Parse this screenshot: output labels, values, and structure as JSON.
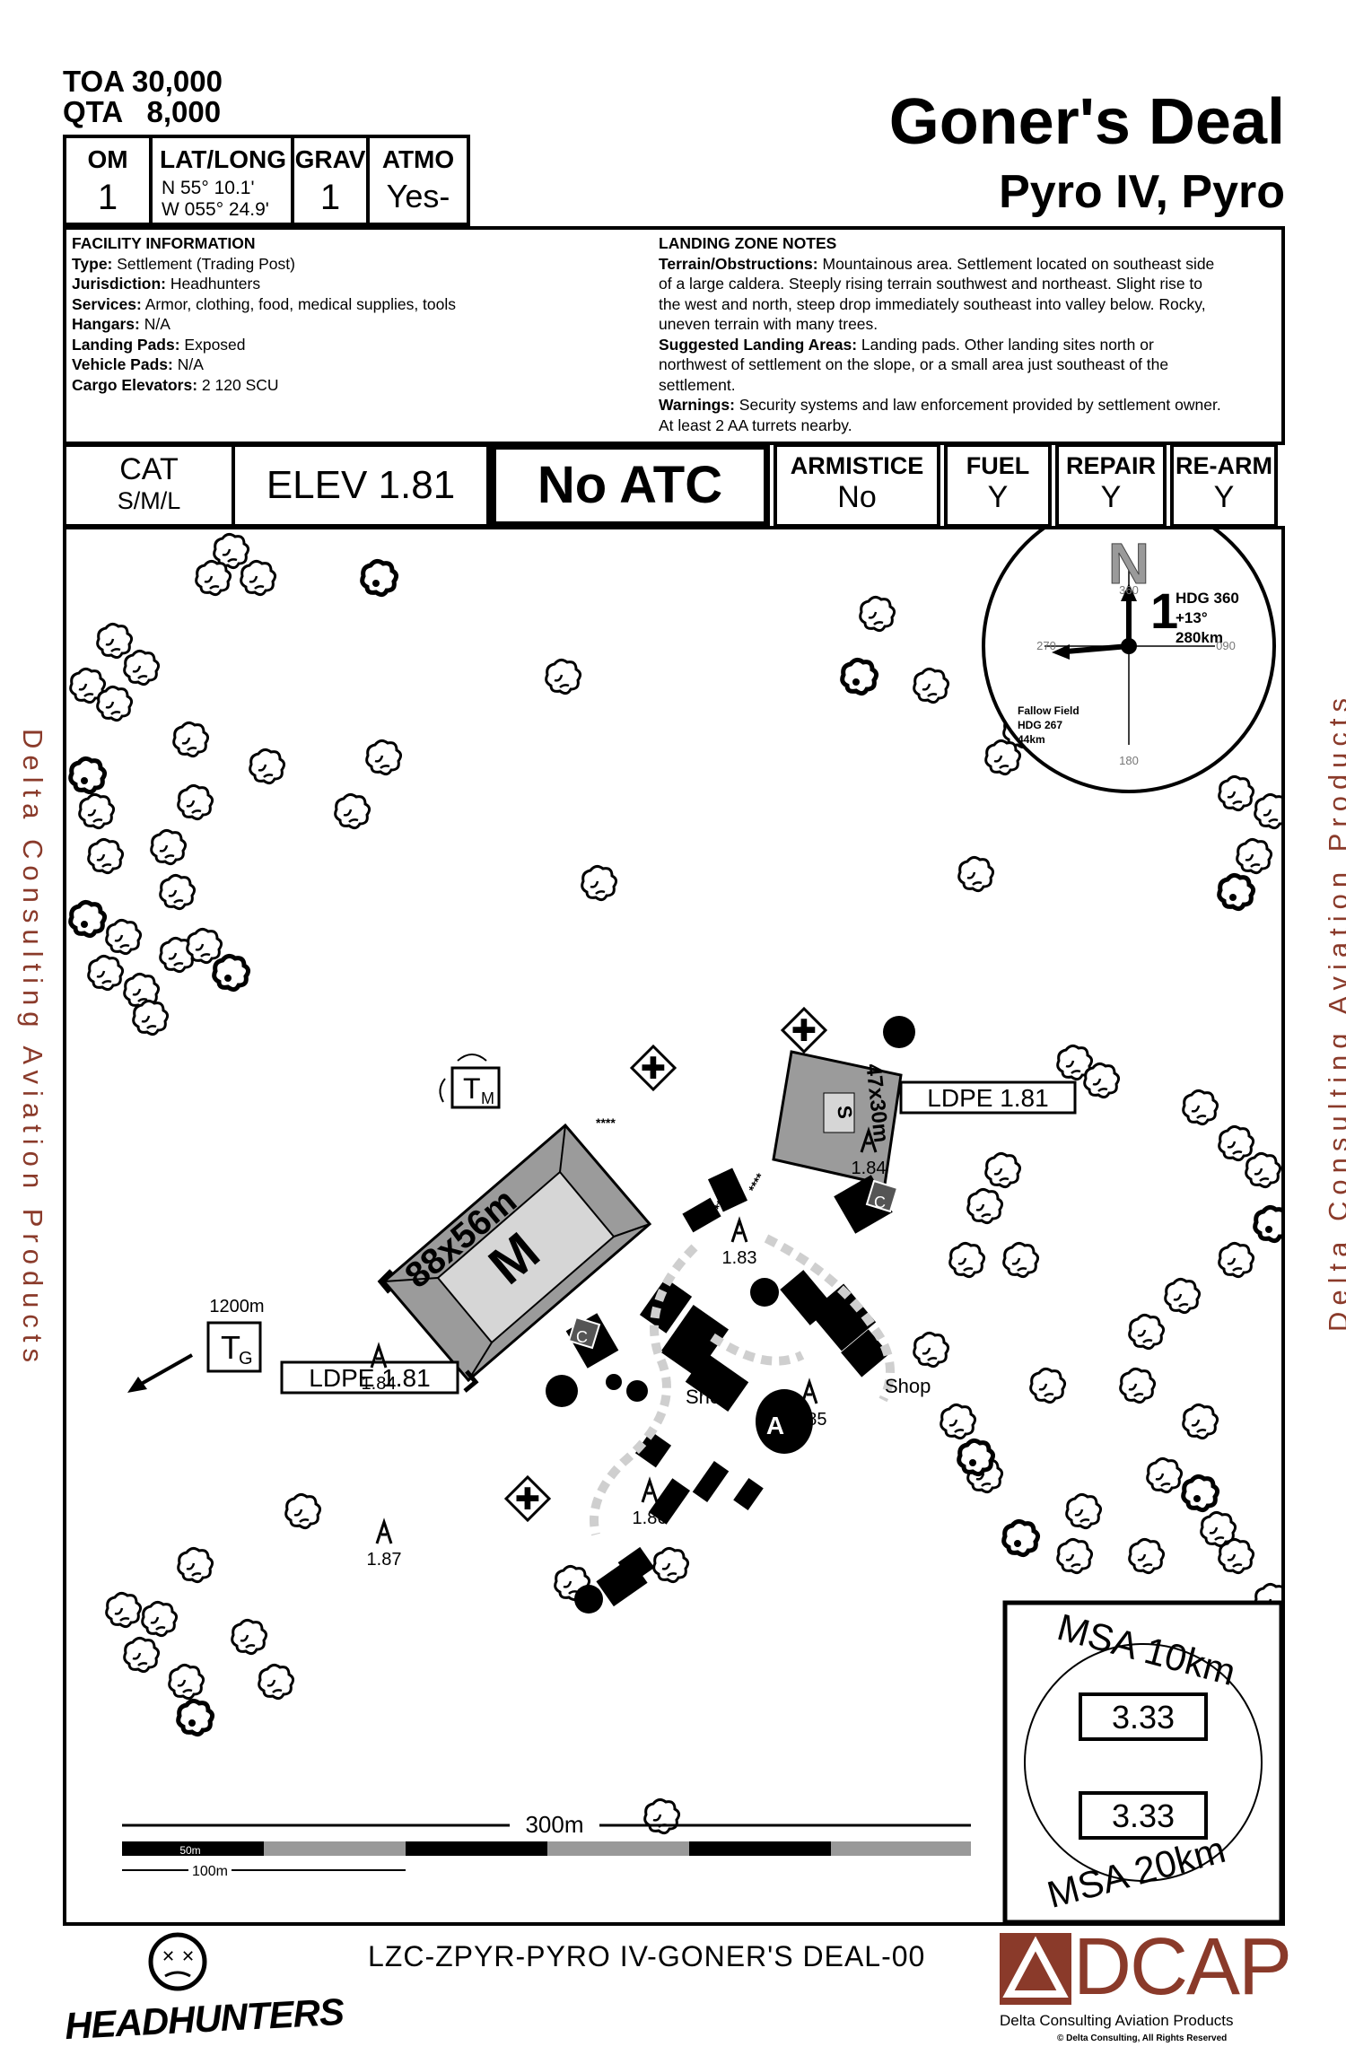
{
  "header": {
    "toa": "TOA 30,000",
    "qta": "QTA   8,000",
    "title": "Goner's Deal",
    "subtitle": "Pyro IV, Pyro"
  },
  "top_cells": {
    "om": {
      "label": "OM",
      "value": "1"
    },
    "latlong": {
      "label": "LAT/LONG",
      "lat": "N 55° 10.1'",
      "long": "W 055° 24.9'"
    },
    "grav": {
      "label": "GRAV",
      "value": "1"
    },
    "atmo": {
      "label": "ATMO",
      "value": "Yes-"
    }
  },
  "facility": {
    "heading": "FACILITY INFORMATION",
    "items": [
      {
        "k": "Type:",
        "v": " Settlement (Trading Post)"
      },
      {
        "k": "Jurisdiction:",
        "v": " Headhunters"
      },
      {
        "k": "Services:",
        "v": " Armor, clothing, food, medical supplies, tools"
      },
      {
        "k": "Hangars:",
        "v": " N/A"
      },
      {
        "k": "Landing Pads:",
        "v": " Exposed"
      },
      {
        "k": "Vehicle Pads:",
        "v": " N/A"
      },
      {
        "k": "Cargo Elevators:",
        "v": " 2 120 SCU"
      }
    ]
  },
  "lz_notes": {
    "heading": "LANDING ZONE NOTES",
    "terrain_k": "Terrain/Obstructions:",
    "terrain_lines": [
      " Mountainous area.  Settlement located on southeast side",
      "of a large caldera.  Steeply rising terrain southwest and northeast.  Slight rise to",
      "the west and north, steep drop immediately southeast into valley below.  Rocky,",
      "uneven terrain with many trees."
    ],
    "suggested_k": "Suggested Landing Areas:",
    "suggested_lines": [
      " Landing pads.  Other landing sites north or",
      "northwest of settlement on the slope, or a small area just southeast of the",
      "settlement."
    ],
    "warnings_k": "Warnings:",
    "warnings_lines": [
      " Security systems and law enforcement provided by settlement owner.",
      "At least 2 AA turrets nearby."
    ]
  },
  "row2": {
    "cat_label": "CAT",
    "cat_value": "S/M/L",
    "elev": "ELEV 1.81",
    "atc": "No ATC",
    "armistice_label": "ARMISTICE",
    "armistice_value": "No",
    "fuel_label": "FUEL",
    "fuel_value": "Y",
    "repair_label": "REPAIR",
    "repair_value": "Y",
    "rearm_label": "RE-ARM",
    "rearm_value": "Y"
  },
  "compass": {
    "n": "N",
    "n360": "360",
    "n270": "270",
    "n090": "090",
    "n180": "180",
    "one": "1",
    "hdg1": "HDG 360",
    "hdg2": "+13°",
    "hdg3": "280km",
    "ff1": "Fallow Field",
    "ff2": "HDG 267",
    "ff3": "44km"
  },
  "map": {
    "pad_m_size": "88x56m",
    "pad_m_letter": "M",
    "pad_s_size": "47x30m",
    "pad_s_letter": "S",
    "ldpe_left": "LDPE 1.81",
    "ldpe_right": "LDPE 1.81",
    "tm": "T",
    "tm_sub": "M",
    "tg": "T",
    "tg_sub": "G",
    "tg_dist": "1200m",
    "shop1": "Shop",
    "shop2": "Shop",
    "c1": "C",
    "c2": "C",
    "elevs": [
      "1.84",
      "1.83",
      "1.84",
      "1.85",
      "1.86",
      "1.87"
    ],
    "stars": "****"
  },
  "msa": {
    "top": "MSA 10km",
    "bottom": "MSA 20km",
    "v10": "3.33",
    "v20": "3.33"
  },
  "scale": {
    "total": "300m",
    "s50": "50m",
    "s100": "100m"
  },
  "side_text": "Delta Consulting Aviation Products",
  "footer_code": "LZC-ZPYR-PYRO IV-GONER'S DEAL-00",
  "logo_left": "HEADHUNTERS",
  "logo_right": {
    "brand": "DCAP",
    "tagline": "Delta Consulting Aviation Products",
    "copyright": "© Delta Consulting, All Rights Reserved"
  },
  "colors": {
    "pad_fill": "#9b9b9b",
    "pad_inner": "#d6d6d6",
    "brand": "#8a3a2a"
  }
}
